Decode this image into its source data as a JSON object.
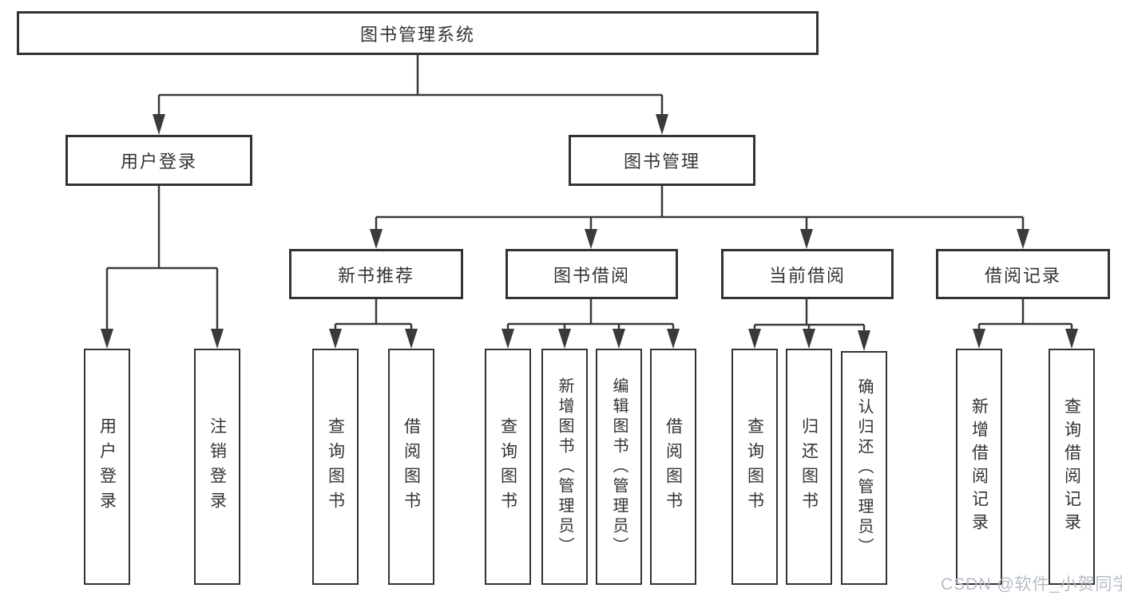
{
  "root_label": "图书管理系统",
  "level2": {
    "user_login": "用户登录",
    "book_mgmt": "图书管理"
  },
  "level3": {
    "new_books": "新书推荐",
    "borrowing": "图书借阅",
    "current": "当前借阅",
    "records": "借阅记录"
  },
  "leaves": {
    "user_login": [
      "用户登录",
      "注销登录"
    ],
    "new_books": [
      "查询图书",
      "借阅图书"
    ],
    "borrowing": [
      "查询图书",
      "新增图书（管理员）",
      "编辑图书（管理员）",
      "借阅图书"
    ],
    "current": [
      "查询图书",
      "归还图书",
      "确认归还（管理员）"
    ],
    "records": [
      "新增借阅记录",
      "查询借阅记录"
    ]
  },
  "watermark": "CSDN @软件_小贺同学",
  "colors": {
    "line": "#3a3a3a",
    "box_border": "#333333",
    "text": "#333333",
    "watermark": "#b7bdc7",
    "background": "#ffffff"
  }
}
